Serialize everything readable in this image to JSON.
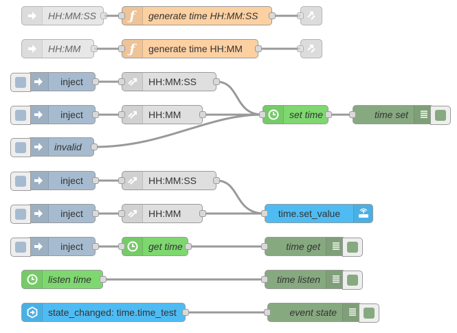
{
  "colors": {
    "inject": "#a6bbcf",
    "function": "#fdd0a2",
    "change": "#dfdfdf",
    "home_assistant": "#7ed86f",
    "debug": "#87a980",
    "call_service": "#4fbbf3",
    "wire": "#999999"
  },
  "nodes": {
    "inj_hms_disabled": {
      "label": "HH:MM:SS",
      "icon": "arrow-in-icon"
    },
    "func_hms": {
      "label": "generate time HH:MM:SS",
      "icon": "function-icon"
    },
    "link_out_1": {
      "icon": "link-out-icon"
    },
    "inj_hm_disabled": {
      "label": "HH:MM",
      "icon": "arrow-in-icon"
    },
    "func_hm": {
      "label": "generate time HH:MM",
      "icon": "function-icon"
    },
    "link_out_2": {
      "icon": "link-out-icon"
    },
    "inject_1": {
      "label": "inject",
      "icon": "arrow-in-icon"
    },
    "change_hms_1": {
      "label": "HH:MM:SS",
      "icon": "shuffle-icon"
    },
    "inject_2": {
      "label": "inject",
      "icon": "arrow-in-icon"
    },
    "change_hm_1": {
      "label": "HH:MM",
      "icon": "shuffle-icon"
    },
    "inject_invalid": {
      "label": "invalid",
      "icon": "arrow-in-icon"
    },
    "set_time": {
      "label": "set time",
      "icon": "clock-icon"
    },
    "debug_time_set": {
      "label": "time set",
      "icon": "list-icon"
    },
    "inject_3": {
      "label": "inject",
      "icon": "arrow-in-icon"
    },
    "change_hms_2": {
      "label": "HH:MM:SS",
      "icon": "shuffle-icon"
    },
    "inject_4": {
      "label": "inject",
      "icon": "arrow-in-icon"
    },
    "change_hm_2": {
      "label": "HH:MM",
      "icon": "shuffle-icon"
    },
    "set_value": {
      "label": "time.set_value",
      "icon": "router-icon"
    },
    "inject_5": {
      "label": "inject",
      "icon": "arrow-in-icon"
    },
    "get_time": {
      "label": "get time",
      "icon": "clock-icon"
    },
    "debug_time_get": {
      "label": "time get",
      "icon": "list-icon"
    },
    "listen_time": {
      "label": "listen time",
      "icon": "clock-icon"
    },
    "debug_time_listen": {
      "label": "time listen",
      "icon": "list-icon"
    },
    "state_changed": {
      "label": "state_changed: time.time_test",
      "icon": "hexagon-arrow-icon"
    },
    "debug_event_state": {
      "label": "event state",
      "icon": "list-icon"
    }
  }
}
